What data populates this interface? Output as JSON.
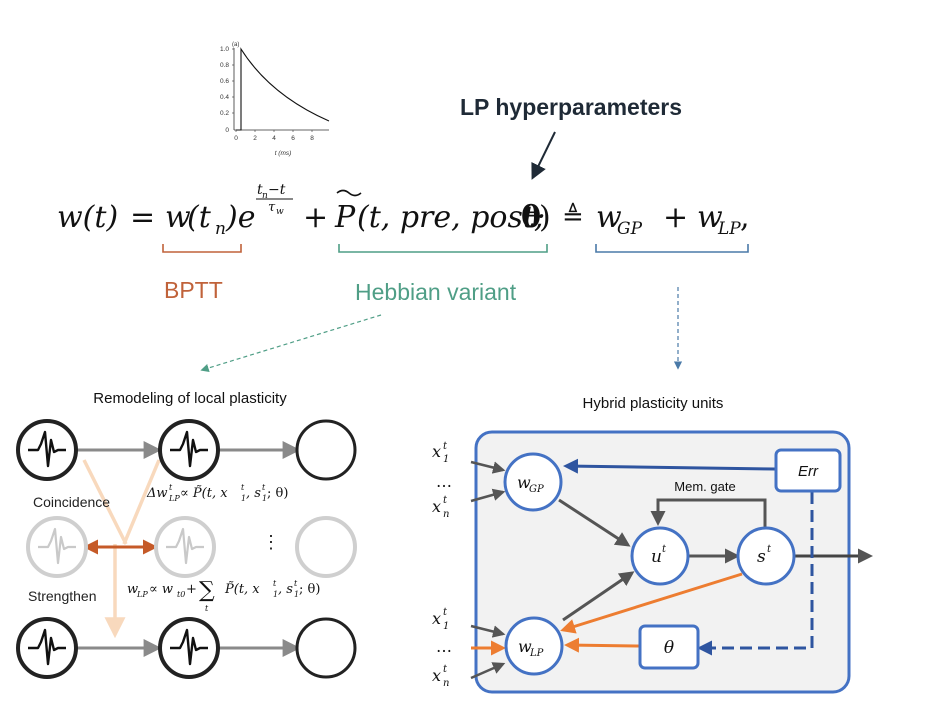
{
  "callout": {
    "lp_hyperparameters": "LP hyperparameters"
  },
  "equation": {
    "lhs": "w(t)",
    "equals": "=",
    "w_tn_w": "w",
    "w_tn_paren": "(t",
    "w_tn_sub": "n",
    "w_tn_close": ")e",
    "exp_num": "t",
    "exp_num_sub": "n",
    "exp_num_rest": "−t",
    "exp_den": "τ",
    "exp_den_sub": "w",
    "plus1": "+",
    "ptilde": "P",
    "p_args": "(t, pre, post;",
    "theta": "θ",
    "p_close": ")",
    "defeq": "≜",
    "wgp": "w",
    "wgp_sub": "GP",
    "plus2": "+",
    "wlp": "w",
    "wlp_sub": "LP",
    "comma": ","
  },
  "labels": {
    "bptt": "BPTT",
    "hebbian_variant": "Hebbian variant"
  },
  "inset_plot": {
    "panel_label": "(a)",
    "y_ticks": [
      "1.0",
      "0.8",
      "0.6",
      "0.4",
      "0.2",
      "0"
    ],
    "x_ticks": [
      "0",
      "2",
      "4",
      "6",
      "8"
    ],
    "xlabel": "t (ms)"
  },
  "left_panel": {
    "title": "Remodeling of local plasticity",
    "coincidence": "Coincidence",
    "strengthen": "Strengthen",
    "dots": "⋮",
    "eq1_delta": "Δw",
    "eq1_sup": "t",
    "eq1_sub": "LP",
    "eq1_rest": " ∝ P̃(t, x",
    "eq1_x_sup": "t",
    "eq1_x_sub": "1",
    "eq1_mid": ", s",
    "eq1_s_sup": "t",
    "eq1_s_sub": "1",
    "eq1_end": "; θ)",
    "eq2_w": "w",
    "eq2_wsub": "LP",
    "eq2_mid": " ∝ w",
    "eq2_t0": "t0",
    "eq2_plus": " + ",
    "eq2_sum": "∑",
    "eq2_sum_sub": "t",
    "eq2_rest": "P̃(t, x",
    "eq2_x_sup": "t",
    "eq2_x_sub": "1",
    "eq2_mid2": ", s",
    "eq2_s_sup": "t",
    "eq2_s_sub": "1",
    "eq2_end": "; θ)"
  },
  "right_panel": {
    "title": "Hybrid plasticity units",
    "mem_gate": "Mem. gate",
    "err": "Err",
    "theta": "θ",
    "wgp": "w",
    "wgp_sub": "GP",
    "wlp": "w",
    "wlp_sub": "LP",
    "u": "u",
    "u_sup": "t",
    "s": "s",
    "s_sup": "t",
    "x": "x",
    "x_sup": "t",
    "x1_sub": "1",
    "xn_sub": "n",
    "dots": "…"
  },
  "colors": {
    "bptt": "#c0623a",
    "hebbian": "#4f9e86",
    "lp_bracket": "#4a7aa8",
    "callout": "#1f2a36",
    "blue": "#4472c4",
    "dark_blue": "#2f55a0",
    "orange": "#ed7d31",
    "rust": "#c55a28",
    "peach": "#f8d9bd",
    "panel_bg": "#f2f2f2"
  }
}
